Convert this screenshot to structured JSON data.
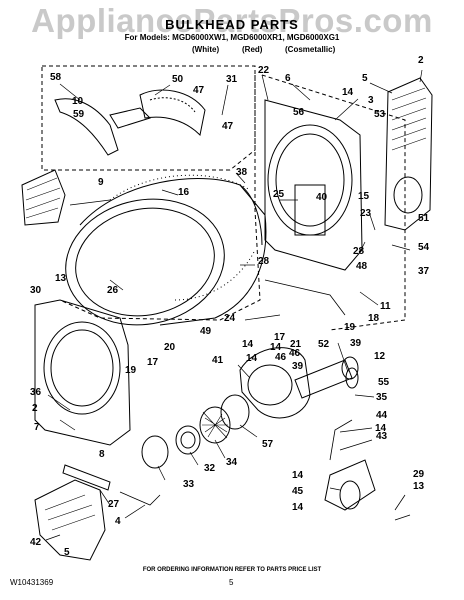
{
  "watermark": "AppliancePartsPros.com",
  "header": {
    "title": "BULKHEAD PARTS",
    "models": "For Models: MGD6000XW1, MGD6000XR1, MGD6000XG1",
    "colors": [
      "(White)",
      "(Red)",
      "(Cosmetallic)"
    ]
  },
  "footer": {
    "note": "FOR ORDERING INFORMATION REFER TO PARTS PRICE LIST",
    "doc_number": "W10431369",
    "page": "5"
  },
  "callouts": [
    "58",
    "50",
    "31",
    "22",
    "6",
    "5",
    "2",
    "10",
    "47",
    "14",
    "59",
    "47",
    "56",
    "3",
    "53",
    "9",
    "38",
    "16",
    "25",
    "40",
    "15",
    "23",
    "51",
    "28",
    "54",
    "13",
    "26",
    "48",
    "37",
    "28",
    "30",
    "49",
    "24",
    "11",
    "52",
    "19",
    "18",
    "17",
    "14",
    "46",
    "39",
    "21",
    "19",
    "17",
    "20",
    "41",
    "12",
    "36",
    "55",
    "35",
    "2",
    "7",
    "44",
    "8",
    "57",
    "33",
    "32",
    "34",
    "43",
    "14",
    "27",
    "45",
    "29",
    "13",
    "4",
    "14",
    "42",
    "5",
    "14",
    "14",
    "46",
    "39",
    "14"
  ]
}
